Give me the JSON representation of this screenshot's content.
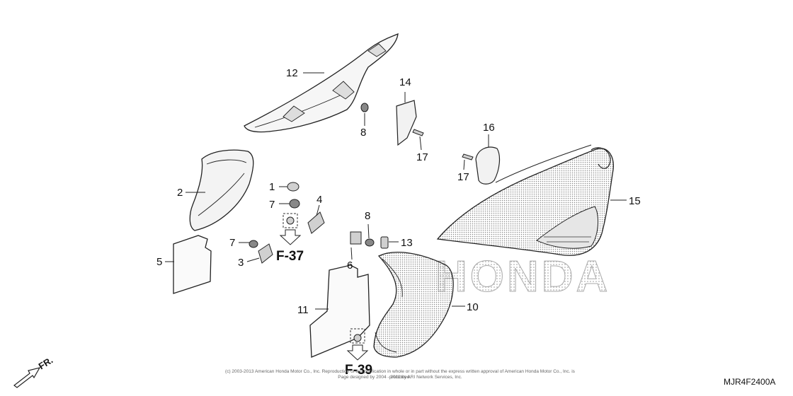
{
  "callouts": [
    {
      "id": "c1",
      "text": "1"
    },
    {
      "id": "c2",
      "text": "2"
    },
    {
      "id": "c3",
      "text": "3"
    },
    {
      "id": "c4",
      "text": "4"
    },
    {
      "id": "c5",
      "text": "5"
    },
    {
      "id": "c6",
      "text": "6"
    },
    {
      "id": "c7a",
      "text": "7"
    },
    {
      "id": "c7b",
      "text": "7"
    },
    {
      "id": "c8a",
      "text": "8"
    },
    {
      "id": "c8b",
      "text": "8"
    },
    {
      "id": "c10",
      "text": "10"
    },
    {
      "id": "c11",
      "text": "11"
    },
    {
      "id": "c12",
      "text": "12"
    },
    {
      "id": "c13",
      "text": "13"
    },
    {
      "id": "c14",
      "text": "14"
    },
    {
      "id": "c15",
      "text": "15"
    },
    {
      "id": "c16",
      "text": "16"
    },
    {
      "id": "c17a",
      "text": "17"
    },
    {
      "id": "c17b",
      "text": "17"
    }
  ],
  "refs": {
    "f37": "F-37",
    "f39": "F-39"
  },
  "watermark": "HONDA",
  "direction_label": "FR.",
  "diagram_code": "MJR4F2400A",
  "copyright_line1": "(c) 2003-2013 American Honda Motor Co., Inc. Reproduction of this publication in whole or in part without the express written approval of American Honda Motor Co., Inc. is prohibited.",
  "copyright_line2": "Page designed by 2004 - 2011 by ARI Network Services, Inc."
}
